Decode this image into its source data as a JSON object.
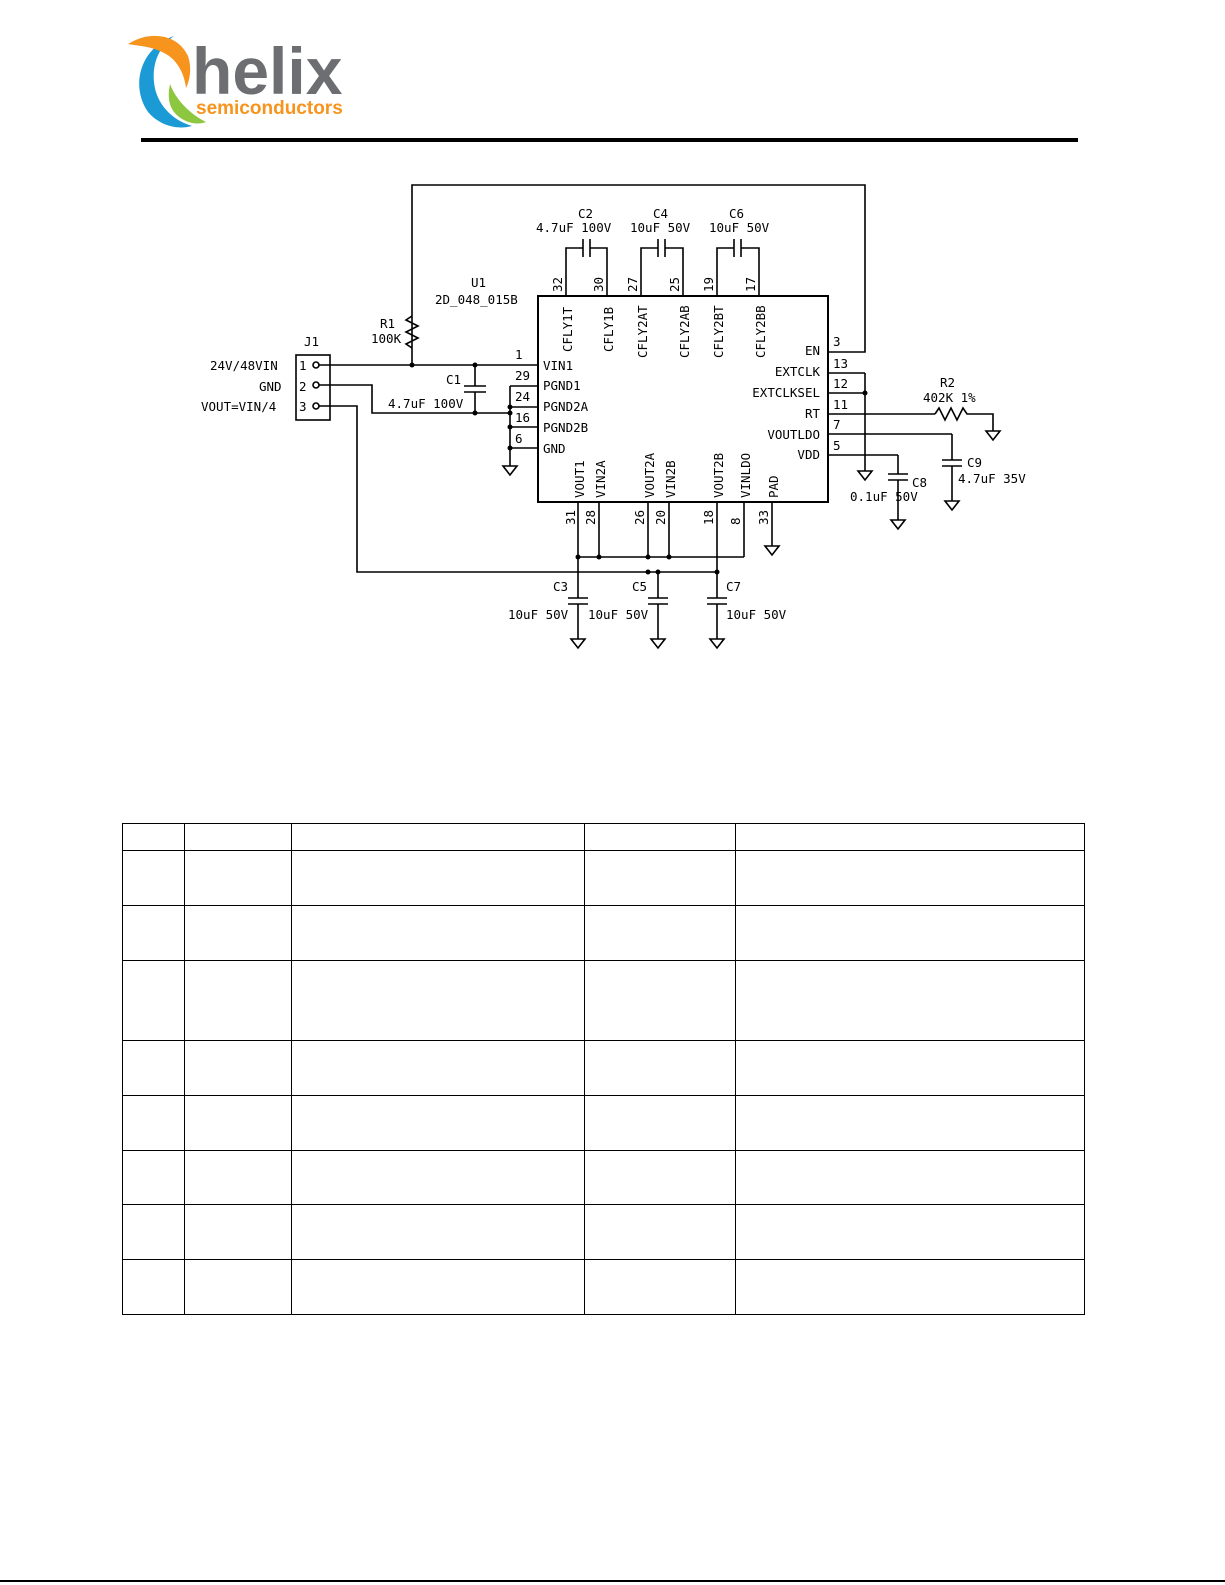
{
  "logo": {
    "name": "helix",
    "tagline": "semiconductors",
    "colors": {
      "orange": "#f7941d",
      "blue": "#1b9ad6",
      "green": "#8dc63f",
      "gray": "#6d6e71"
    }
  },
  "schematic": {
    "u1": {
      "ref": "U1",
      "part": "2D_048_015B"
    },
    "j1": {
      "ref": "J1",
      "pins": [
        {
          "num": "1",
          "label": "24V/48VIN"
        },
        {
          "num": "2",
          "label": "GND"
        },
        {
          "num": "3",
          "label": "VOUT=VIN/4"
        }
      ]
    },
    "r1": {
      "ref": "R1",
      "value": "100K"
    },
    "r2": {
      "ref": "R2",
      "value": "402K 1%"
    },
    "caps": {
      "c1": {
        "ref": "C1",
        "value": "4.7uF 100V"
      },
      "c2": {
        "ref": "C2",
        "value": "4.7uF 100V"
      },
      "c3": {
        "ref": "C3",
        "value": "10uF 50V"
      },
      "c4": {
        "ref": "C4",
        "value": "10uF 50V"
      },
      "c5": {
        "ref": "C5",
        "value": "10uF 50V"
      },
      "c6": {
        "ref": "C6",
        "value": "10uF 50V"
      },
      "c7": {
        "ref": "C7",
        "value": "10uF 50V"
      },
      "c8": {
        "ref": "C8",
        "value": "0.1uF 50V"
      },
      "c9": {
        "ref": "C9",
        "value": "4.7uF 35V"
      }
    },
    "pins_left": [
      {
        "num": "1",
        "name": "VIN1"
      },
      {
        "num": "29",
        "name": "PGND1"
      },
      {
        "num": "24",
        "name": "PGND2A"
      },
      {
        "num": "16",
        "name": "PGND2B"
      },
      {
        "num": "6",
        "name": "GND"
      }
    ],
    "pins_right": [
      {
        "num": "3",
        "name": "EN"
      },
      {
        "num": "13",
        "name": "EXTCLK"
      },
      {
        "num": "12",
        "name": "EXTCLKSEL"
      },
      {
        "num": "11",
        "name": "RT"
      },
      {
        "num": "7",
        "name": "VOUTLDO"
      },
      {
        "num": "5",
        "name": "VDD"
      }
    ],
    "pins_top": [
      {
        "num": "32",
        "name": "CFLY1T"
      },
      {
        "num": "30",
        "name": "CFLY1B"
      },
      {
        "num": "27",
        "name": "CFLY2AT"
      },
      {
        "num": "25",
        "name": "CFLY2AB"
      },
      {
        "num": "19",
        "name": "CFLY2BT"
      },
      {
        "num": "17",
        "name": "CFLY2BB"
      }
    ],
    "pins_bottom": [
      {
        "num": "31",
        "name": "VOUT1"
      },
      {
        "num": "28",
        "name": "VIN2A"
      },
      {
        "num": "26",
        "name": "VOUT2A"
      },
      {
        "num": "20",
        "name": "VIN2B"
      },
      {
        "num": "18",
        "name": "VOUT2B"
      },
      {
        "num": "8",
        "name": "VINLDO"
      },
      {
        "num": "33",
        "name": "PAD"
      }
    ]
  },
  "bom_table": {
    "rows": 9,
    "columns": 5,
    "cells": []
  }
}
